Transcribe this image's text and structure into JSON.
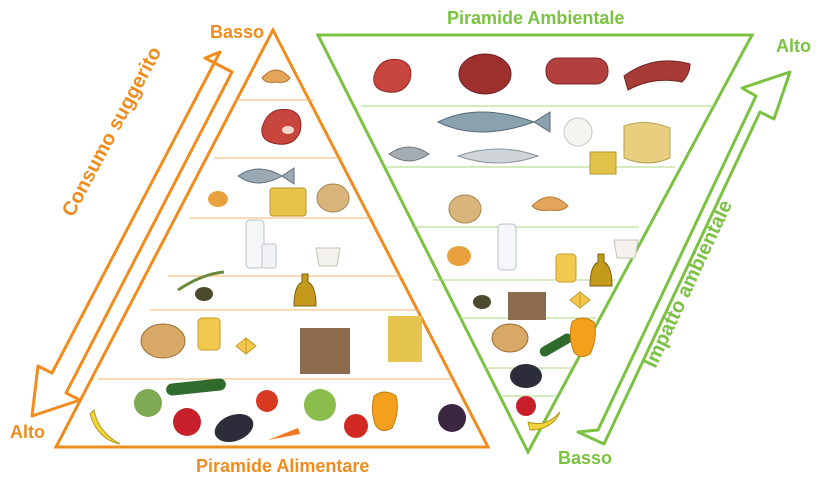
{
  "colors": {
    "food_pyramid": "#f08c1e",
    "env_pyramid": "#7cc242",
    "tier_lines_food": "#f6b56a",
    "tier_lines_env": "#a8d67f"
  },
  "food_pyramid": {
    "title": "Piramide Alimentare",
    "top_label": "Basso",
    "bottom_label": "Alto",
    "arrow_label": "Consumo suggerito",
    "tiers": [
      {
        "foods": [
          "croissant"
        ]
      },
      {
        "foods": [
          "red-meat"
        ]
      },
      {
        "foods": [
          "fish",
          "egg",
          "cheese",
          "chicken"
        ]
      },
      {
        "foods": [
          "milk",
          "yogurt"
        ]
      },
      {
        "foods": [
          "olives",
          "olive-oil"
        ]
      },
      {
        "foods": [
          "bread",
          "pasta",
          "farfalle",
          "whole-grain",
          "couscous"
        ]
      },
      {
        "foods": [
          "banana",
          "broccoli",
          "zucchini",
          "apple",
          "eggplant",
          "tomato",
          "carrot",
          "lettuce",
          "bell-pepper",
          "grapes"
        ]
      }
    ]
  },
  "env_pyramid": {
    "title": "Piramide Ambientale",
    "top_label": "Alto",
    "bottom_label": "Basso",
    "arrow_label": "Impatto ambientale",
    "tiers": [
      {
        "foods": [
          "red-meat",
          "beef",
          "salami",
          "sausages"
        ]
      },
      {
        "foods": [
          "fish",
          "fish",
          "mozzarella",
          "cheese"
        ]
      },
      {
        "foods": [
          "chicken",
          "croissant"
        ]
      },
      {
        "foods": [
          "egg",
          "milk",
          "pasta",
          "olive-oil",
          "yogurt"
        ]
      },
      {
        "foods": [
          "olives",
          "whole-grain",
          "farfalle"
        ]
      },
      {
        "foods": [
          "bread",
          "zucchini",
          "bell-pepper"
        ]
      },
      {
        "foods": [
          "eggplant",
          "apple",
          "banana"
        ]
      }
    ]
  }
}
